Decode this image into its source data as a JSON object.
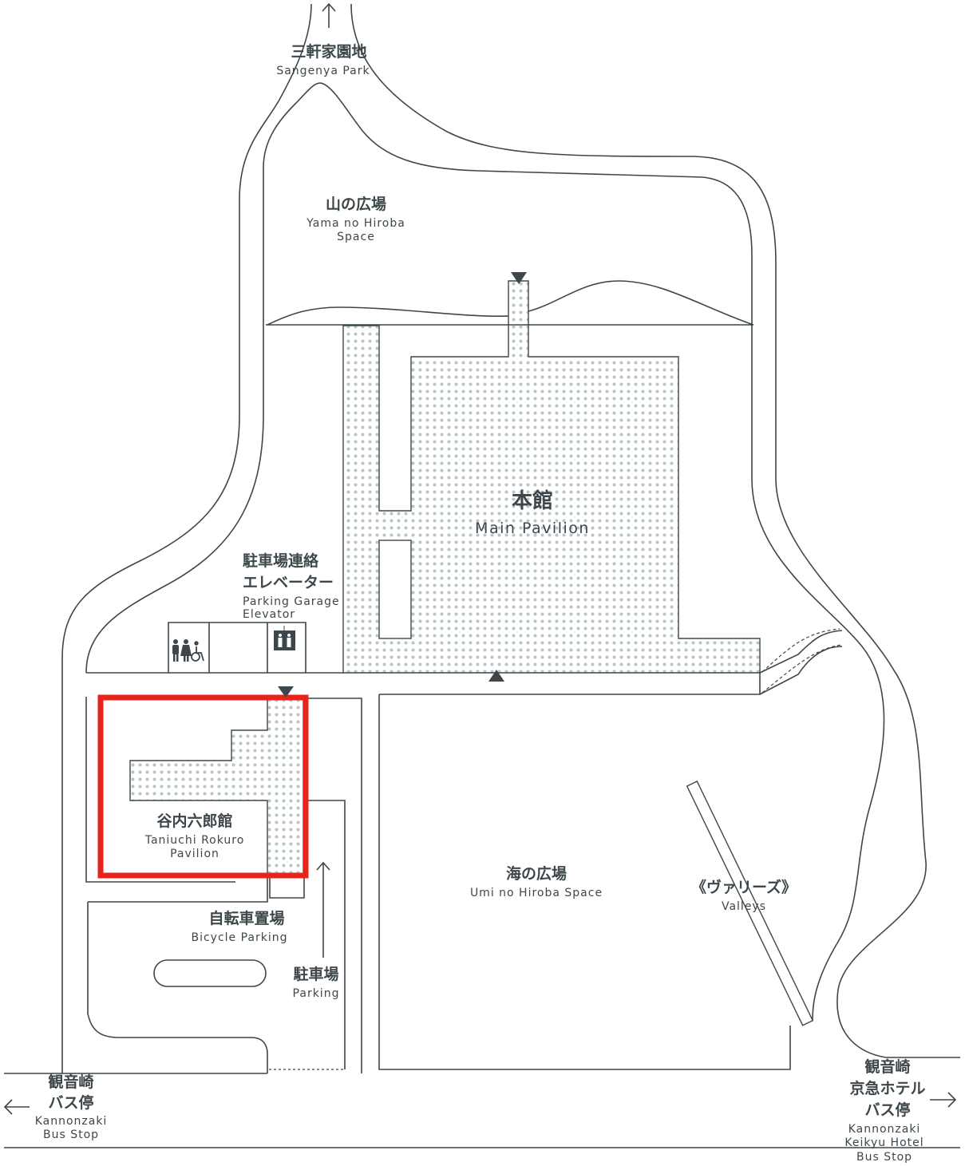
{
  "colors": {
    "line": "#3d474b",
    "dots": "#b9c4c6",
    "highlight": "#e8231a"
  },
  "labels": {
    "sangenya": {
      "jp": "三軒家園地",
      "en": "Sangenya Park"
    },
    "yama": {
      "jp": "山の広場",
      "en1": "Yama no Hiroba",
      "en2": "Space"
    },
    "main": {
      "jp": "本館",
      "en": "Main Pavilion"
    },
    "elevator": {
      "jp1": "駐車場連絡",
      "jp2": "エレベーター",
      "en1": "Parking Garage",
      "en2": "Elevator"
    },
    "taniuchi": {
      "jp": "谷内六郎館",
      "en1": "Taniuchi Rokuro",
      "en2": "Pavilion"
    },
    "bicycle": {
      "jp": "自転車置場",
      "en": "Bicycle Parking"
    },
    "parking": {
      "jp": "駐車場",
      "en": "Parking"
    },
    "umi": {
      "jp": "海の広場",
      "en": "Umi no Hiroba Space"
    },
    "valleys": {
      "jp": "《ヴァリーズ》",
      "en": "Valleys"
    },
    "busstop_left": {
      "jp1": "観音崎",
      "jp2": "バス停",
      "en1": "Kannonzaki",
      "en2": "Bus Stop"
    },
    "busstop_right": {
      "jp1": "観音崎",
      "jp2": "京急ホテル",
      "jp3": "バス停",
      "en1": "Kannonzaki",
      "en2": "Keikyu Hotel",
      "en3": "Bus Stop"
    }
  },
  "icons": [
    "restroom-icon",
    "wheelchair-icon",
    "elevator-icon",
    "entrance-triangle-icon",
    "arrow-up-icon",
    "arrow-left-icon",
    "arrow-right-icon"
  ]
}
